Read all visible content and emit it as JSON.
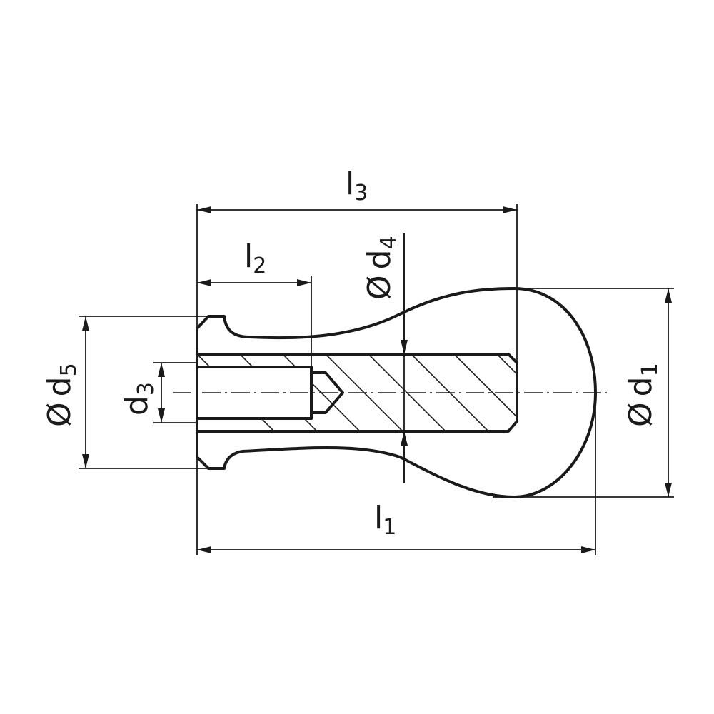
{
  "dimensions": {
    "l3": {
      "letter": "l",
      "index": "3"
    },
    "l2": {
      "letter": "l",
      "index": "2"
    },
    "l1": {
      "letter": "l",
      "index": "1"
    },
    "d4": {
      "prefix": "Ø",
      "letter": "d",
      "index": "4"
    },
    "d5": {
      "prefix": "Ø",
      "letter": "d",
      "index": "5"
    },
    "d3": {
      "letter": "d",
      "index": "3"
    },
    "d1": {
      "prefix": "Ø",
      "letter": "d",
      "index": "1"
    }
  }
}
